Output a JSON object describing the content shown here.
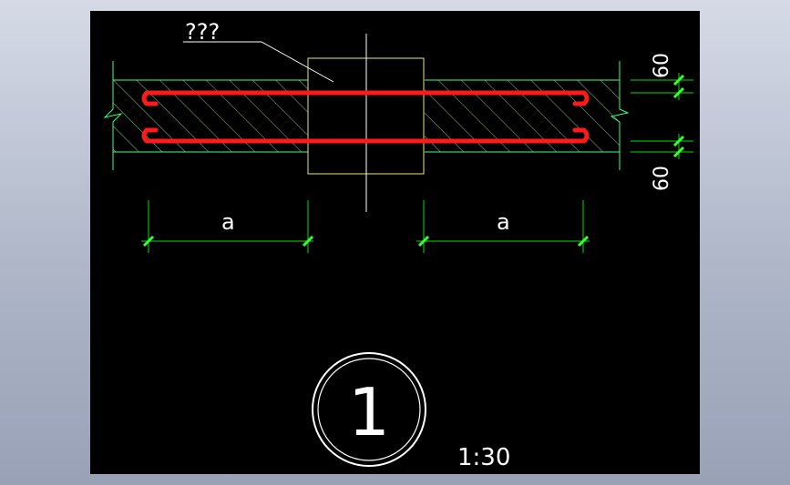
{
  "drawing": {
    "leader_label": "???",
    "dim_left_label": "a",
    "dim_right_label": "a",
    "dim_top_value": "60",
    "dim_bottom_value": "60",
    "detail_number": "1",
    "scale_text": "1:30"
  },
  "colors": {
    "background": "#000000",
    "slab_outline": "#40ff80",
    "hatch": "#9ad79a",
    "rebar": "#ff1a1a",
    "column": "#e8e87a",
    "dimension": "#00e000",
    "tick": "#33ff33",
    "text": "#ffffff"
  }
}
